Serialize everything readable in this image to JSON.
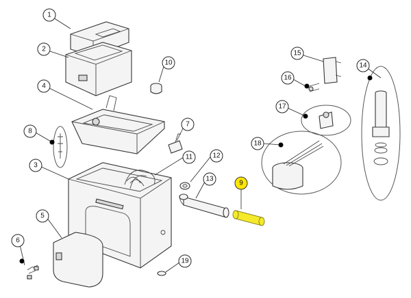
{
  "diagram": {
    "callouts": [
      "1",
      "2",
      "3",
      "4",
      "5",
      "6",
      "7",
      "8",
      "9",
      "10",
      "11",
      "12",
      "13",
      "14",
      "15",
      "16",
      "17",
      "18",
      "19"
    ],
    "highlighted_callout": "9",
    "highlight_color": "#f5ea2a",
    "outline_color": "#333333"
  }
}
